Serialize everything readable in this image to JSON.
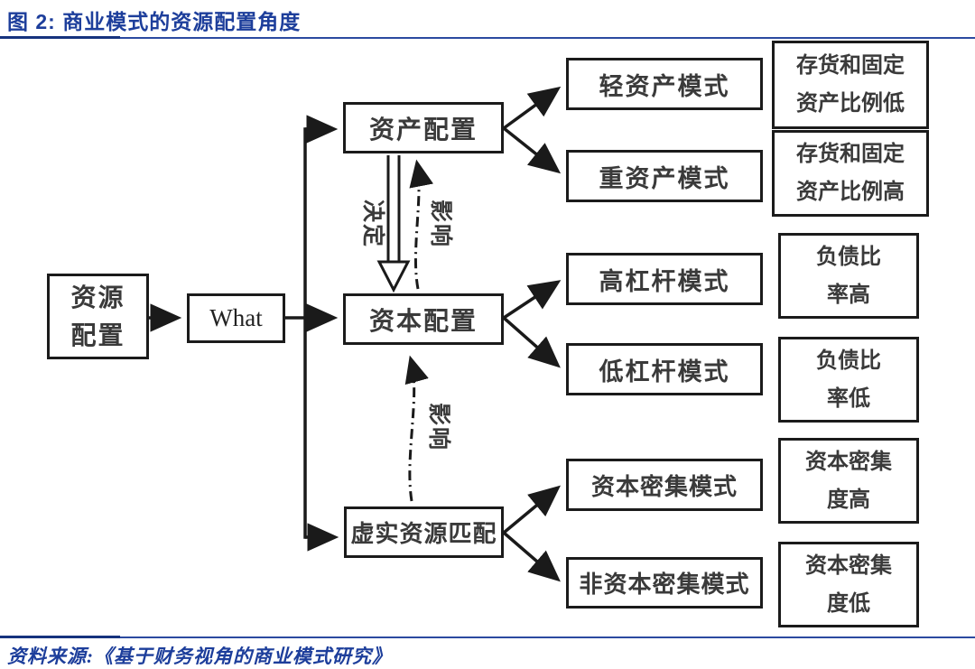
{
  "header": {
    "title": "图 2: 商业模式的资源配置角度"
  },
  "diagram": {
    "nodes": {
      "resource": "资源\n配置",
      "what": "What",
      "asset_config": "资产配置",
      "capital_config": "资本配置",
      "virtual_real_match": "虚实资源匹配",
      "light_asset": "轻资产模式",
      "heavy_asset": "重资产模式",
      "high_leverage": "高杠杆模式",
      "low_leverage": "低杠杆模式",
      "capital_intensive": "资本密集模式",
      "non_capital_intensive": "非资本密集模式",
      "inventory_fixed_low": "存货和固定\n资产比例低",
      "inventory_fixed_high": "存货和固定\n资产比例高",
      "debt_ratio_high": "负债比\n率高",
      "debt_ratio_low": "负债比\n率低",
      "capital_intensity_high": "资本密集\n度高",
      "capital_intensity_low": "资本密集\n度低"
    },
    "labels": {
      "determine": "决定",
      "influence": "影响"
    }
  },
  "footer": {
    "source": "资料来源:《基于财务视角的商业模式研究》"
  },
  "colors": {
    "accent_blue": "#1d3e9b",
    "line_black": "#1a1a1a"
  }
}
